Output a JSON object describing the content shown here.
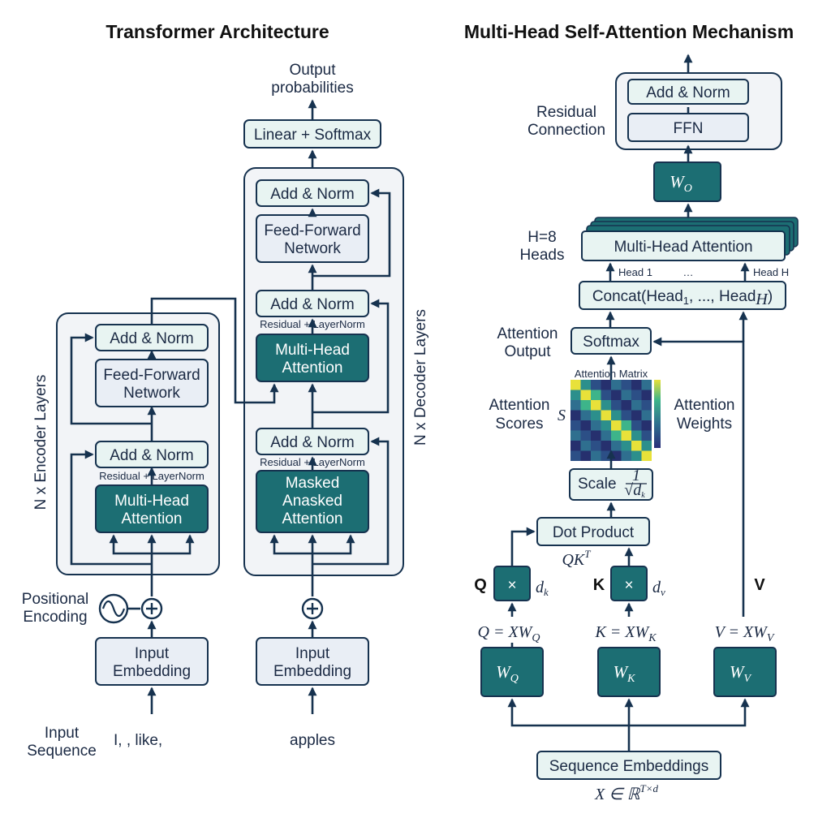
{
  "titles": {
    "left": "Transformer Architecture",
    "right": "Multi-Head Self-Attention Mechanism"
  },
  "encoder": {
    "side_label": "N x Encoder Layers",
    "add_norm_top": "Add & Norm",
    "ffn_line1": "Feed-Forward",
    "ffn_line2": "Network",
    "add_norm_bottom": "Add & Norm",
    "residual_note": "Residual + LayerNorm",
    "mha_line1": "Multi-Head",
    "mha_line2": "Attention",
    "pos_enc_line1": "Positional",
    "pos_enc_line2": "Encoding",
    "embed_line1": "Input",
    "embed_line2": "Embedding",
    "input_seq_line1": "Input",
    "input_seq_line2": "Sequence",
    "input_tokens": "I,   , like,"
  },
  "decoder": {
    "side_label": "N x Decoder Layers",
    "output_line1": "Output",
    "output_line2": "probabilities",
    "linear_softmax": "Linear + Softmax",
    "add_norm_top": "Add & Norm",
    "ffn_line1": "Feed-Forward",
    "ffn_line2": "Network",
    "add_norm_mid": "Add & Norm",
    "residual_note_mid": "Residual + LayerNorm",
    "cross_line1": "Multi-Head",
    "cross_line2": "Attention",
    "add_norm_bottom": "Add & Norm",
    "residual_note_bottom": "Residual + LayerNorm",
    "masked_line1": "Masked",
    "masked_line2": "Anasked",
    "masked_line3": "Attention",
    "embed_line1": "Input",
    "embed_line2": "Embedding",
    "input_token": "apples"
  },
  "attention": {
    "residual_line1": "Residual",
    "residual_line2": "Connection",
    "add_norm": "Add & Norm",
    "ffn": "FFN",
    "wo": "W",
    "wo_sub": "O",
    "heads_line1": "H=8",
    "heads_line2": "Heads",
    "mha": "Multi-Head Attention",
    "head_first": "Head 1",
    "head_dots": "…",
    "head_last": "Head H",
    "concat_prefix": "Concat(Head",
    "concat_sub1": "1",
    "concat_mid": ", ..., Head",
    "concat_subh": "H",
    "concat_suffix": ")",
    "attn_output_line1": "Attention",
    "attn_output_line2": "Output",
    "softmax": "Softmax",
    "matrix_title": "Attention Matrix",
    "scores_line1": "Attention",
    "scores_line2": "Scores",
    "scores_symbol": "S",
    "weights_line1": "Attention",
    "weights_line2": "Weights",
    "scale": "Scale",
    "scale_num": "1",
    "scale_den": "√d",
    "scale_den_sub": "k",
    "dot_product": "Dot Product",
    "qkt": "QK",
    "qkt_sup": "T",
    "q_label": "Q",
    "k_label": "K",
    "v_label": "V",
    "mult_symbol": "×",
    "dk": "d",
    "dk_sub": "k",
    "dv": "d",
    "dv_sub": "v",
    "q_eq": "Q = XW",
    "q_eq_sub": "Q",
    "k_eq": "K = XW",
    "k_eq_sub": "K",
    "v_eq": "V = XW",
    "v_eq_sub": "V",
    "wq": "W",
    "wq_sub": "Q",
    "wk": "W",
    "wk_sub": "K",
    "wv": "W",
    "wv_sub": "V",
    "seq_embed": "Sequence Embeddings",
    "x_eq": "X ∈ ℝ",
    "x_eq_sup": "T×d"
  },
  "colors": {
    "teal": "#1c6e73",
    "light_teal": "#e8f4f2",
    "light_gray": "#e9eef5",
    "frame": "#f2f4f7",
    "line": "#16324f"
  }
}
